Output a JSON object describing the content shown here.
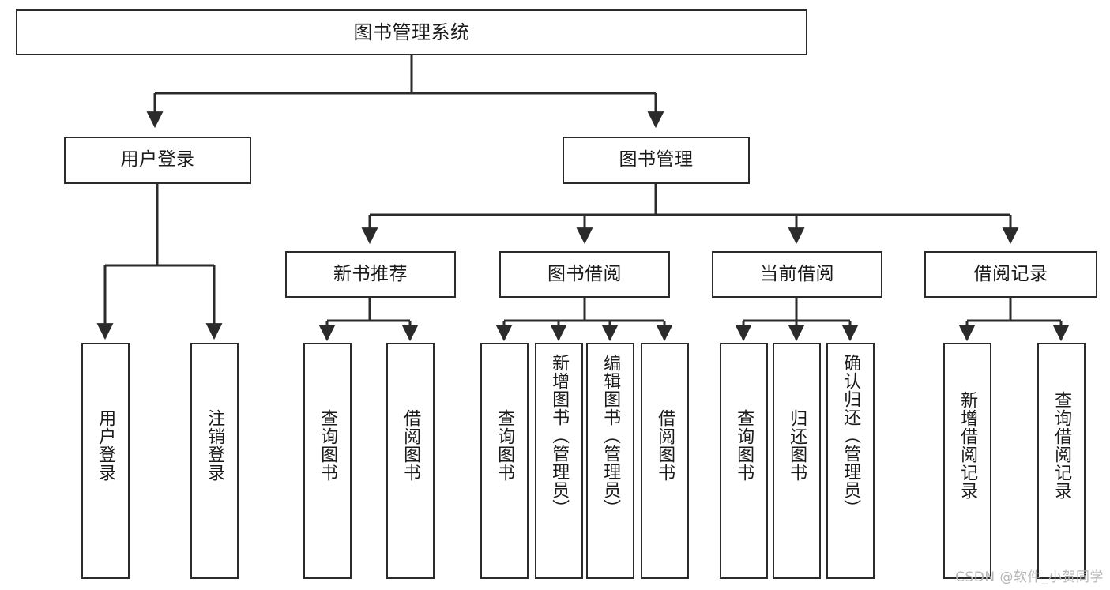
{
  "diagram": {
    "title": "图书管理系统",
    "type": "tree",
    "watermark": "CSDN @软件_小贺同学",
    "colors": {
      "box_border": "#2b2b2b",
      "box_fill": "#ffffff",
      "edge": "#2b2b2b",
      "text": "#1a1a1a",
      "background": "#ffffff",
      "watermark": "#b6b6b6"
    },
    "levels": {
      "level1": [
        {
          "id": "root",
          "label": "图书管理系统",
          "orientation": "horizontal"
        }
      ],
      "level2": [
        {
          "id": "user-login",
          "label": "用户登录",
          "orientation": "horizontal",
          "parent": "root"
        },
        {
          "id": "book-manage",
          "label": "图书管理",
          "orientation": "horizontal",
          "parent": "root"
        }
      ],
      "level3": [
        {
          "id": "new-book-rec",
          "label": "新书推荐",
          "orientation": "horizontal",
          "parent": "book-manage"
        },
        {
          "id": "book-borrow",
          "label": "图书借阅",
          "orientation": "horizontal",
          "parent": "book-manage"
        },
        {
          "id": "current-borrow",
          "label": "当前借阅",
          "orientation": "horizontal",
          "parent": "book-manage"
        },
        {
          "id": "borrow-record",
          "label": "借阅记录",
          "orientation": "horizontal",
          "parent": "book-manage"
        }
      ],
      "level4": [
        {
          "id": "leaf-user-login",
          "label": "用户登录",
          "orientation": "vertical",
          "parent": "user-login"
        },
        {
          "id": "leaf-user-logout",
          "label": "注销登录",
          "orientation": "vertical",
          "parent": "user-login"
        },
        {
          "id": "leaf-query-book-1",
          "label": "查询图书",
          "orientation": "vertical",
          "parent": "new-book-rec"
        },
        {
          "id": "leaf-borrow-book-1",
          "label": "借阅图书",
          "orientation": "vertical",
          "parent": "new-book-rec"
        },
        {
          "id": "leaf-query-book-2",
          "label": "查询图书",
          "orientation": "vertical",
          "parent": "book-borrow"
        },
        {
          "id": "leaf-add-book",
          "label": "新增图书（管理员）",
          "orientation": "vertical",
          "parent": "book-borrow"
        },
        {
          "id": "leaf-edit-book",
          "label": "编辑图书（管理员）",
          "orientation": "vertical",
          "parent": "book-borrow"
        },
        {
          "id": "leaf-borrow-book-2",
          "label": "借阅图书",
          "orientation": "vertical",
          "parent": "book-borrow"
        },
        {
          "id": "leaf-query-book-3",
          "label": "查询图书",
          "orientation": "vertical",
          "parent": "current-borrow"
        },
        {
          "id": "leaf-return-book",
          "label": "归还图书",
          "orientation": "vertical",
          "parent": "current-borrow"
        },
        {
          "id": "leaf-confirm-return",
          "label": "确认归还（管理员）",
          "orientation": "vertical",
          "parent": "current-borrow"
        },
        {
          "id": "leaf-add-record",
          "label": "新增借阅记录",
          "orientation": "vertical",
          "parent": "borrow-record"
        },
        {
          "id": "leaf-query-record",
          "label": "查询借阅记录",
          "orientation": "vertical",
          "parent": "borrow-record"
        }
      ]
    }
  }
}
